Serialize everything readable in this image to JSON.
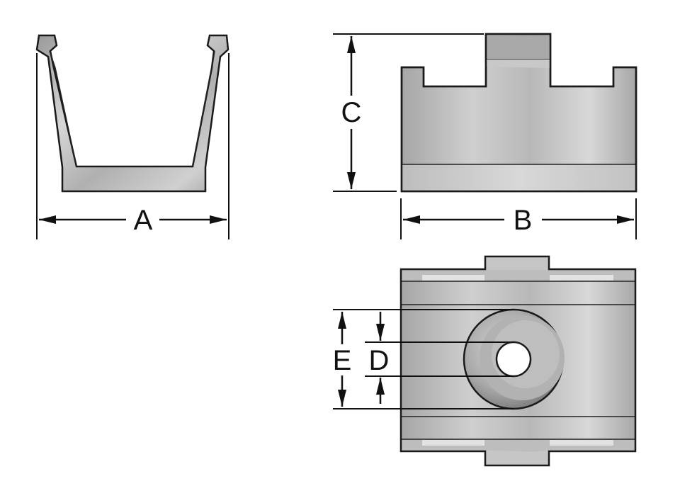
{
  "diagram": {
    "labels": {
      "a": "A",
      "b": "B",
      "c": "C",
      "d": "D",
      "e": "E"
    },
    "colors": {
      "metal_light": "#d4d4d4",
      "metal_mid": "#b4b4b4",
      "metal_dark": "#8a8a8a",
      "outline": "#1a1a1a",
      "hole": "#ffffff"
    }
  }
}
